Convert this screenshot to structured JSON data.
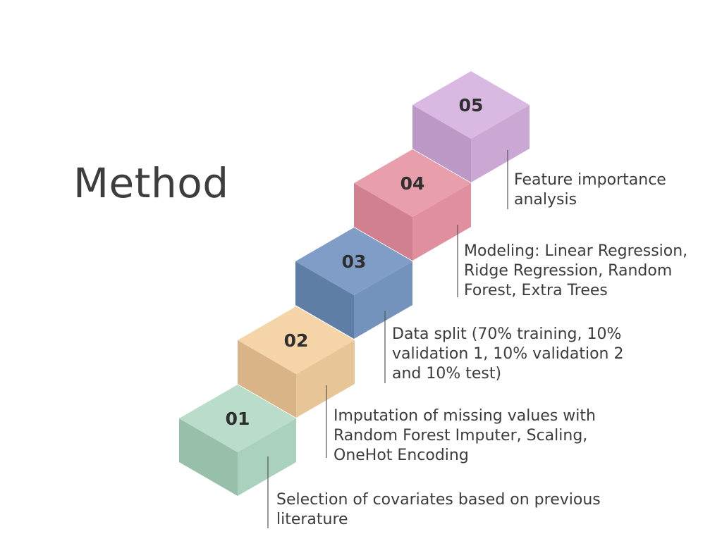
{
  "title": "Method",
  "steps": [
    {
      "label": "01",
      "lines": [
        "Selection of covariates based on previous",
        "literature"
      ],
      "colors": {
        "top": "#b9dccb",
        "left": "#97bfaa",
        "right": "#a9d1bd"
      }
    },
    {
      "label": "02",
      "lines": [
        "Imputation of missing values with",
        "Random Forest Imputer, Scaling,",
        "OneHot Encoding"
      ],
      "colors": {
        "top": "#f5d4a8",
        "left": "#d9b486",
        "right": "#e8c596"
      }
    },
    {
      "label": "03",
      "lines": [
        "Data split (70% training, 10%",
        "validation 1, 10% validation 2",
        "and 10% test)"
      ],
      "colors": {
        "top": "#7f9dc6",
        "left": "#5f7ea6",
        "right": "#7393bd"
      }
    },
    {
      "label": "04",
      "lines": [
        "Modeling: Linear Regression,",
        "Ridge Regression, Random",
        "Forest, Extra Trees"
      ],
      "colors": {
        "top": "#e89eab",
        "left": "#d1808f",
        "right": "#e08f9e"
      }
    },
    {
      "label": "05",
      "lines": [
        "Feature importance",
        "analysis"
      ],
      "colors": {
        "top": "#d9b8e1",
        "left": "#bb98c6",
        "right": "#caa8d3"
      }
    }
  ]
}
